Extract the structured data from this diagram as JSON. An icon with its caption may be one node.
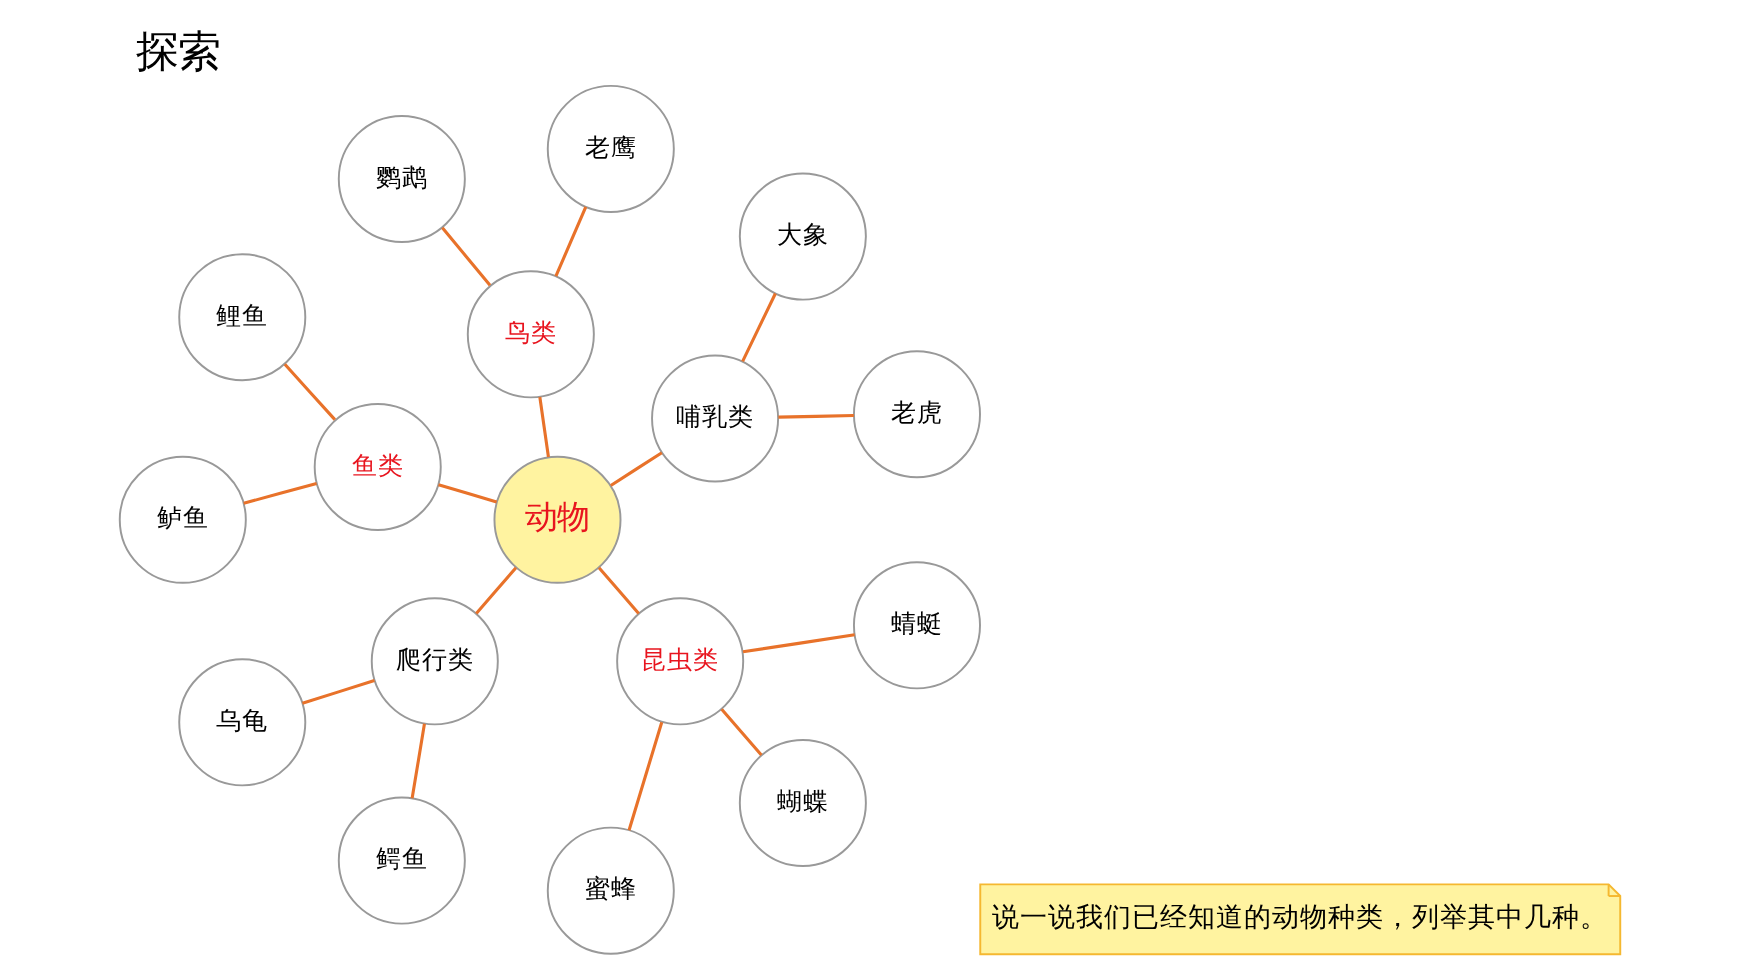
{
  "diagram": {
    "title": "探索",
    "nodes": [
      {
        "text": [
          "动物"
        ]
      },
      {
        "text": [
          "哺乳类"
        ]
      },
      {
        "text": [
          "鸟类"
        ]
      },
      {
        "text": [
          "鱼类"
        ]
      },
      {
        "text": [
          "爬行类"
        ]
      },
      {
        "text": [
          "昆虫类"
        ]
      },
      {
        "text": [
          "老虎"
        ]
      },
      {
        "text": [
          "大象"
        ]
      },
      {
        "text": [
          "老鹰"
        ]
      },
      {
        "text": [
          "鹦鹉"
        ]
      },
      {
        "text": [
          "鲤鱼"
        ]
      },
      {
        "text": [
          "鲈鱼"
        ]
      },
      {
        "text": [
          "乌龟"
        ]
      },
      {
        "text": [
          "鳄鱼"
        ]
      },
      {
        "text": [
          "蜜蜂"
        ]
      },
      {
        "text": [
          "蝴蝶"
        ]
      },
      {
        "text": [
          "蜻蜓"
        ]
      }
    ],
    "edges": [
      {
        "from": 0,
        "to": 1,
        "arrow": "none"
      },
      {
        "from": 0,
        "to": 2,
        "arrow": "none"
      },
      {
        "from": 0,
        "to": 3,
        "arrow": "none"
      },
      {
        "from": 0,
        "to": 4,
        "arrow": "none"
      },
      {
        "from": 0,
        "to": 5,
        "arrow": "none"
      },
      {
        "from": 1,
        "to": 6,
        "arrow": "none"
      },
      {
        "from": 1,
        "to": 7,
        "arrow": "none"
      },
      {
        "from": 2,
        "to": 8,
        "arrow": "none"
      },
      {
        "from": 2,
        "to": 9,
        "arrow": "none"
      },
      {
        "from": 3,
        "to": 10,
        "arrow": "none"
      },
      {
        "from": 3,
        "to": 11,
        "arrow": "none"
      },
      {
        "from": 4,
        "to": 12,
        "arrow": "none"
      },
      {
        "from": 4,
        "to": 13,
        "arrow": "none"
      },
      {
        "from": 5,
        "to": 14,
        "arrow": "none"
      },
      {
        "from": 5,
        "to": 15,
        "arrow": "none"
      },
      {
        "from": 5,
        "to": 16,
        "arrow": "none"
      }
    ],
    "labels": [
      "说一说我们已经知道的动物种类，列举其中几种。"
    ]
  }
}
